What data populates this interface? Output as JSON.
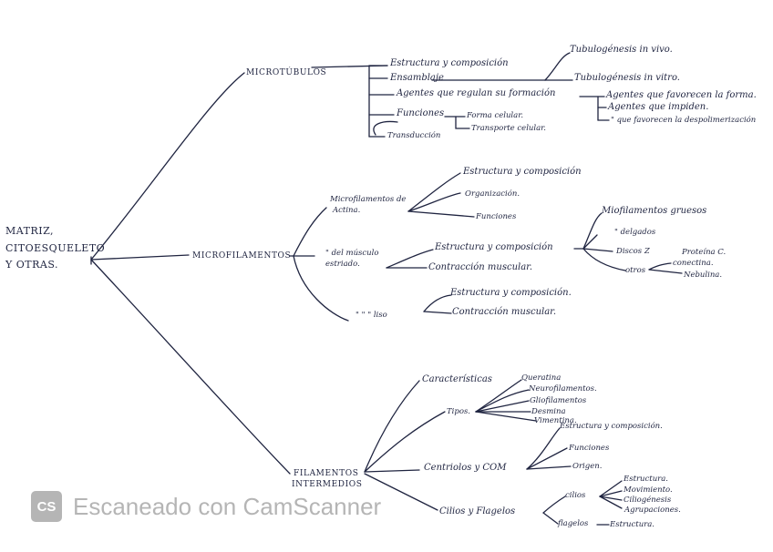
{
  "root": {
    "line1": "MATRIZ,",
    "line2": "CITOESQUELETO",
    "line3": "Y OTRAS."
  },
  "microtubulos": {
    "title": "MICROTÚBULOS",
    "estructura": "Estructura y composición",
    "ensamblaje": "Ensamblaje",
    "tubulogenesis_vivo": "Tubulogénesis in vivo.",
    "tubulogenesis_vitro": "Tubulogénesis in vitro.",
    "agentes": "Agentes que regulan su formación",
    "agentes_favorecen": "Agentes que favorecen la forma.",
    "agentes_impiden": "Agentes que impiden.",
    "agentes_despolimerizacion": "\" que favorecen la despolimerización",
    "funciones": "Funciones",
    "forma_celular": "Forma celular.",
    "transporte_celular": "Transporte celular.",
    "transduccion": "Transducción"
  },
  "microfilamentos": {
    "title": "MICROFILAMENTOS",
    "actina_line1": "Microfilamentos de",
    "actina_line2": "Actina.",
    "actina_estructura": "Estructura y composición",
    "actina_organizacion": "Organización.",
    "actina_funciones": "Funciones",
    "estriado_line1": "\" del músculo",
    "estriado_line2": "estriado.",
    "estriado_estructura": "Estructura y composición",
    "estriado_contraccion": "Contracción muscular.",
    "gruesos": "Miofilamentos gruesos",
    "delgados": "\" delgados",
    "discos": "Discos Z",
    "proteina_c": "Proteína C.",
    "otros": "otros",
    "conectina": "conectina.",
    "nebulina": "Nebulina.",
    "liso": "\" \" \" liso",
    "liso_estructura": "Estructura y composición.",
    "liso_contraccion": "Contracción muscular."
  },
  "filamentos": {
    "title_line1": "FILAMENTOS",
    "title_line2": "INTERMEDIOS",
    "caracteristicas": "Características",
    "tipos": "Tipos.",
    "queratina": "Queratina",
    "neurofilamentos": "Neurofilamentos.",
    "gliofilamentos": "Gliofilamentos",
    "desmina": "Desmina",
    "vimentina": "Vimentina.",
    "centriolos": "Centriolos y COM",
    "centriolos_estructura": "Estructura y composición.",
    "centriolos_funciones": "Funciones",
    "centriolos_origen": "Origen.",
    "cilios_flagelos": "Cilios y Flagelos",
    "cilios": "cilios",
    "cilios_estructura": "Estructura.",
    "cilios_movimiento": "Movimiento.",
    "cilios_ciliogenesis": "Ciliogénesis",
    "cilios_agrupaciones": "Agrupaciones.",
    "flagelos": "flagelos",
    "flagelos_estructura": "Estructura."
  },
  "watermark": {
    "logo": "CS",
    "text": "Escaneado con CamScanner"
  }
}
